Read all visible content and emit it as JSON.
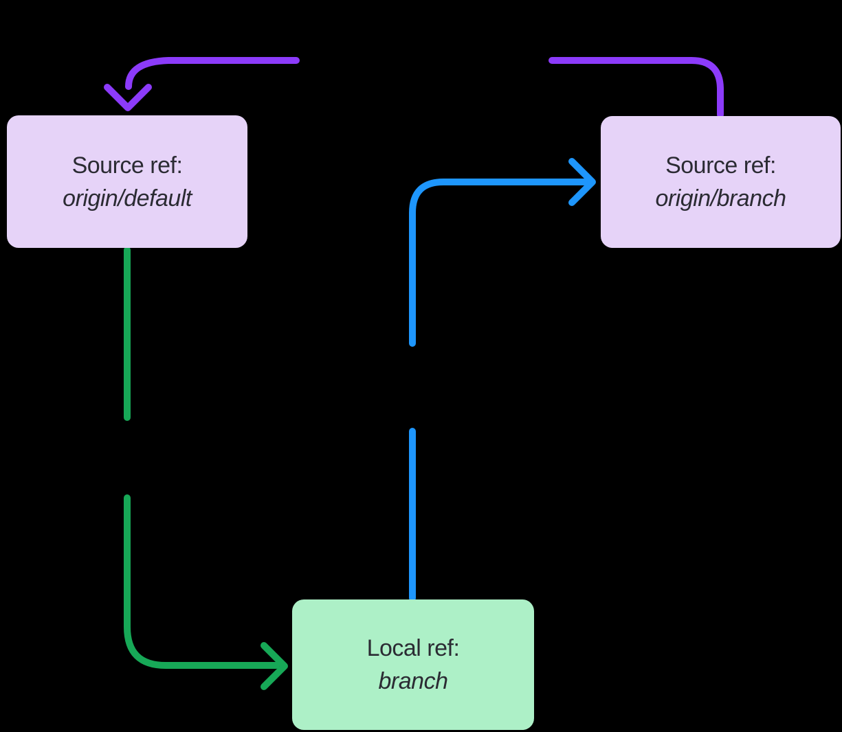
{
  "diagram": {
    "background": "#000000",
    "nodes": {
      "source_default": {
        "line1": "Source ref:",
        "line2": "origin/default",
        "fill": "#E6D3F8",
        "text_color": "#2B2B33"
      },
      "source_branch": {
        "line1": "Source ref:",
        "line2": "origin/branch",
        "fill": "#E6D3F8",
        "text_color": "#2B2B33"
      },
      "local_branch": {
        "line1": "Local ref:",
        "line2": "branch",
        "fill": "#ADF0C7",
        "text_color": "#2B2B33"
      }
    },
    "edges": {
      "purple": {
        "color": "#8C3BFA",
        "from": "source_branch",
        "to": "source_default",
        "arrowhead": "into top of source_default box"
      },
      "green": {
        "color": "#17A857",
        "from": "source_default",
        "to": "local_branch",
        "arrowhead": "into left side of local_branch box"
      },
      "blue": {
        "color": "#1E96FC",
        "from": "local_branch",
        "to": "source_branch",
        "arrowhead": "into left side of source_branch box"
      }
    }
  }
}
